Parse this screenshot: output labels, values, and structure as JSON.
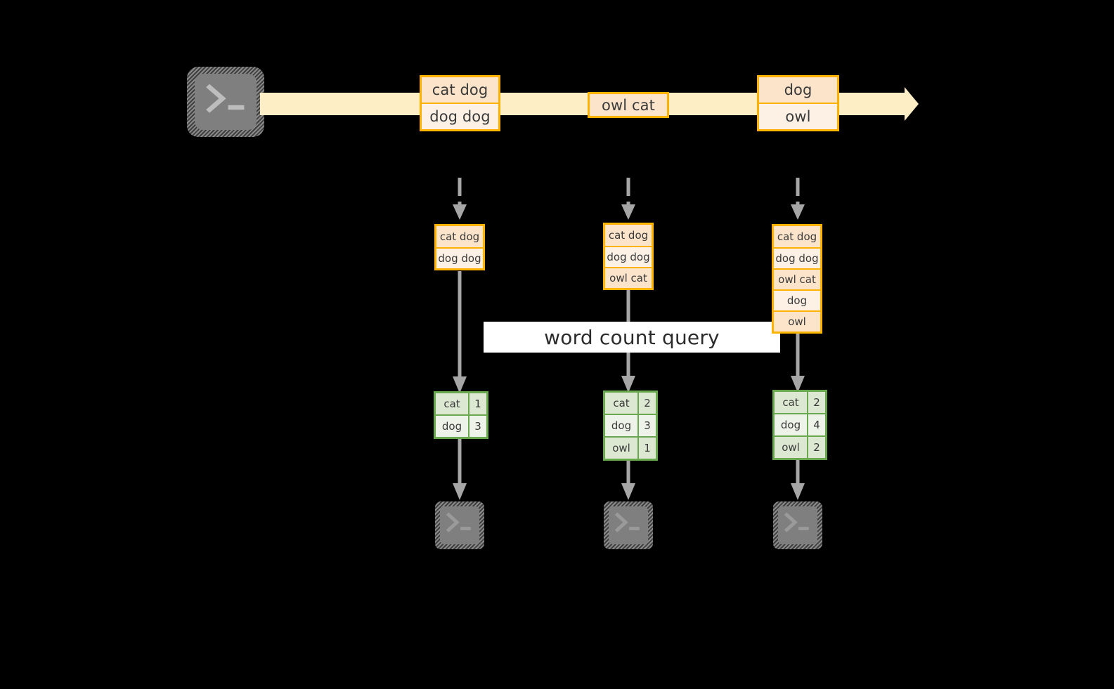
{
  "diagram": {
    "title_label": "word count query",
    "source_terminal": {
      "icon": "terminal-icon",
      "glyph": ">_"
    },
    "stream": {
      "direction_icon": "arrow-right-icon",
      "events": [
        {
          "id": "evt-1",
          "lines": [
            "cat dog",
            "dog dog"
          ]
        },
        {
          "id": "evt-2",
          "lines": [
            "owl cat"
          ]
        },
        {
          "id": "evt-3",
          "lines": [
            "dog",
            "owl"
          ]
        }
      ]
    },
    "colors": {
      "stream_fill": "#fdeec6",
      "event_border": "#ffb300",
      "event_fill_dark": "#fce4cb",
      "event_fill_light": "#fdf1e6",
      "result_border": "#6aa84f",
      "result_fill_dark": "#dde8d2",
      "result_fill_light": "#eef3e9",
      "arrow": "#a6a6a6",
      "terminal_fill": "#7f7f7f",
      "label_band": "#ffffff"
    },
    "snapshots": [
      {
        "id": "snapshot-1",
        "input_rows": [
          "cat dog",
          "dog dog"
        ],
        "result_rows": [
          {
            "word": "cat",
            "count": "1"
          },
          {
            "word": "dog",
            "count": "3"
          }
        ],
        "sink_icon": "terminal-icon"
      },
      {
        "id": "snapshot-2",
        "input_rows": [
          "cat dog",
          "dog dog",
          "owl cat"
        ],
        "result_rows": [
          {
            "word": "cat",
            "count": "2"
          },
          {
            "word": "dog",
            "count": "3"
          },
          {
            "word": "owl",
            "count": "1"
          }
        ],
        "sink_icon": "terminal-icon"
      },
      {
        "id": "snapshot-3",
        "input_rows": [
          "cat dog",
          "dog dog",
          "owl cat",
          "dog",
          "owl"
        ],
        "result_rows": [
          {
            "word": "cat",
            "count": "2"
          },
          {
            "word": "dog",
            "count": "4"
          },
          {
            "word": "owl",
            "count": "2"
          }
        ],
        "sink_icon": "terminal-icon"
      }
    ]
  }
}
